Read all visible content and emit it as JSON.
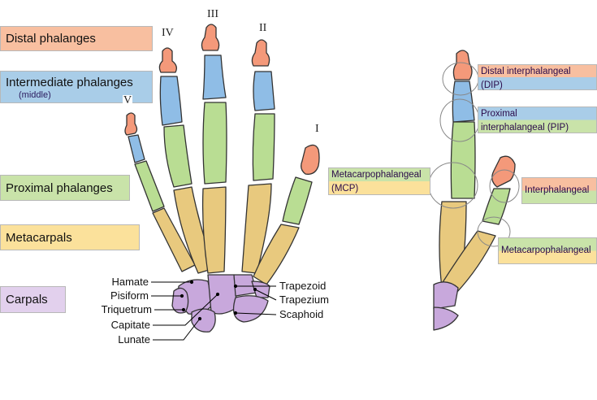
{
  "categories": {
    "distal": "Distal phalanges",
    "intermediate": "Intermediate phalanges",
    "intermediate_note": "(middle)",
    "proximal": "Proximal phalanges",
    "metacarpals": "Metacarpals",
    "carpals": "Carpals"
  },
  "fingers": [
    "I",
    "II",
    "III",
    "IV",
    "V"
  ],
  "carpal_bones_left": [
    "Hamate",
    "Pisiform",
    "Triquetrum",
    "Capitate",
    "Lunate"
  ],
  "carpal_bones_right": [
    "Trapezoid",
    "Trapezium",
    "Scaphoid"
  ],
  "joints": {
    "dip_line1": "Distal interphalangeal",
    "dip_line2": "(DIP)",
    "pip_line1": "Proximal",
    "pip_line2": "interphalangeal (PIP)",
    "mcp_line1": "Metacarpophalangeal",
    "mcp_line2": "(MCP)",
    "thumb_ip": "Interphalangeal",
    "thumb_mcp": "Metacarpophalangeal"
  },
  "colors": {
    "distal": "#f8bfa0",
    "intermediate": "#a9cde8",
    "proximal": "#c9e3a9",
    "metacarpal": "#fbe19b",
    "carpal": "#e2d0ed",
    "bone_distal": "#f4997a",
    "bone_intermediate": "#8fbde6",
    "bone_proximal": "#b9dd93",
    "bone_metacarpal": "#e8c97e",
    "bone_carpal": "#c8a8dc"
  }
}
